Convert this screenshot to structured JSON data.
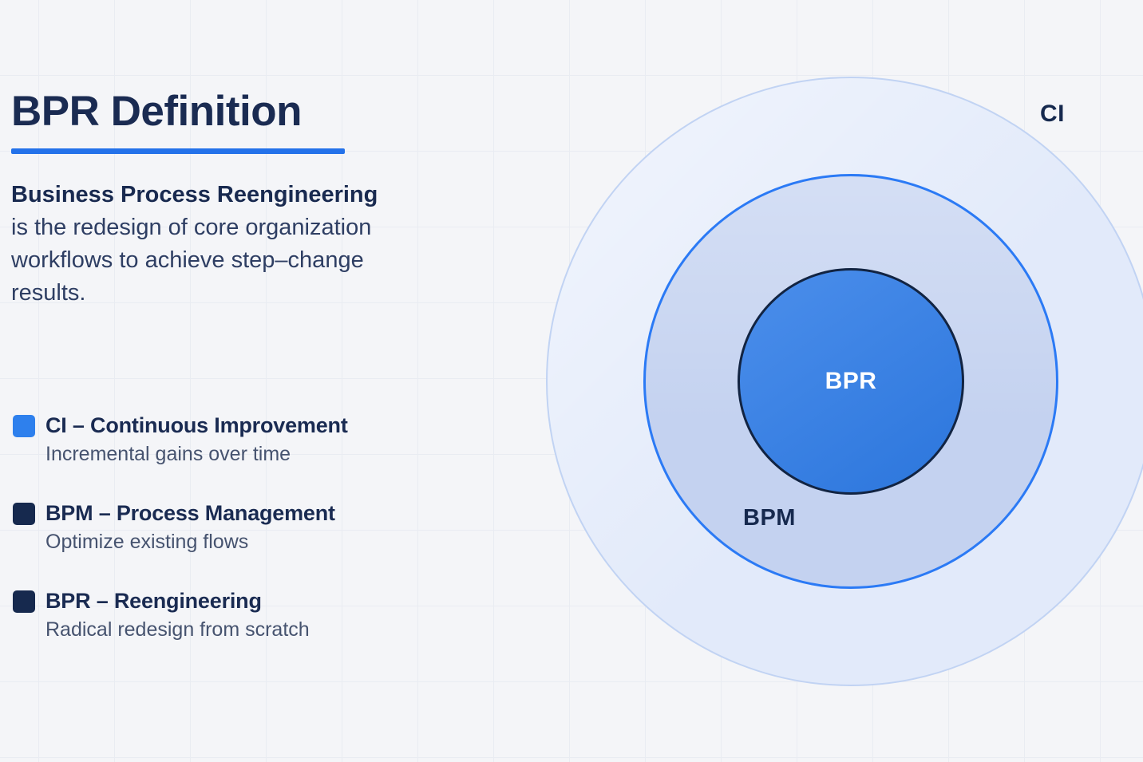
{
  "slide": {
    "title": "BPR Definition",
    "definition": {
      "lead": "Business Process Reengineering",
      "body": "is the redesign of core organization workflows to achieve step–change results."
    },
    "legend": {
      "items": [
        {
          "term": "CI – Continuous Improvement",
          "desc": "Incremental gains over time",
          "swatch_color": "#2e80ed"
        },
        {
          "term": "BPM – Process Management",
          "desc": "Optimize existing flows",
          "swatch_color": "#16294e"
        },
        {
          "term": "BPR – Reengineering",
          "desc": "Radical redesign from scratch",
          "swatch_color": "#16294e"
        }
      ]
    },
    "diagram": {
      "outer_ring": {
        "label": "CI",
        "fill": "#e2eafa",
        "border": "#c1d3f3"
      },
      "middle_ring": {
        "label": "BPM",
        "fill": "#c4d2f0",
        "border": "#2b7af5"
      },
      "inner_ring": {
        "label": "BPR",
        "fill": "#2e7ce8",
        "border": "#122442"
      }
    },
    "colors": {
      "background": "#f4f5f8",
      "grid_line": "#e9ecf2",
      "accent_blue": "#2472ea",
      "heading_navy": "#1a2b52",
      "body_text": "#2e3e63",
      "muted_text": "#46536f"
    }
  }
}
